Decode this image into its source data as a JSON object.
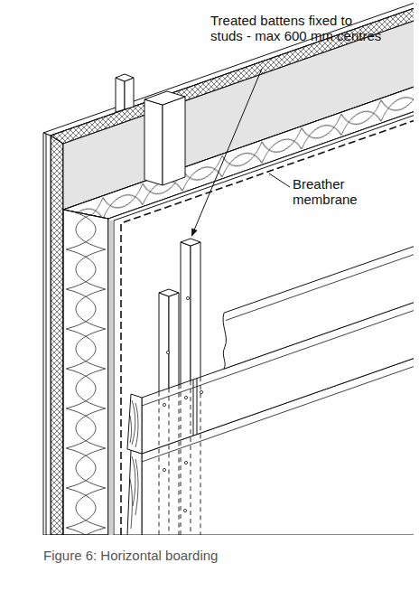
{
  "diagram": {
    "caption": "Figure 6: Horizontal boarding",
    "labels": [
      "Treated battens fixed to studs - max 600 mm centres",
      "Breather membrane"
    ]
  }
}
